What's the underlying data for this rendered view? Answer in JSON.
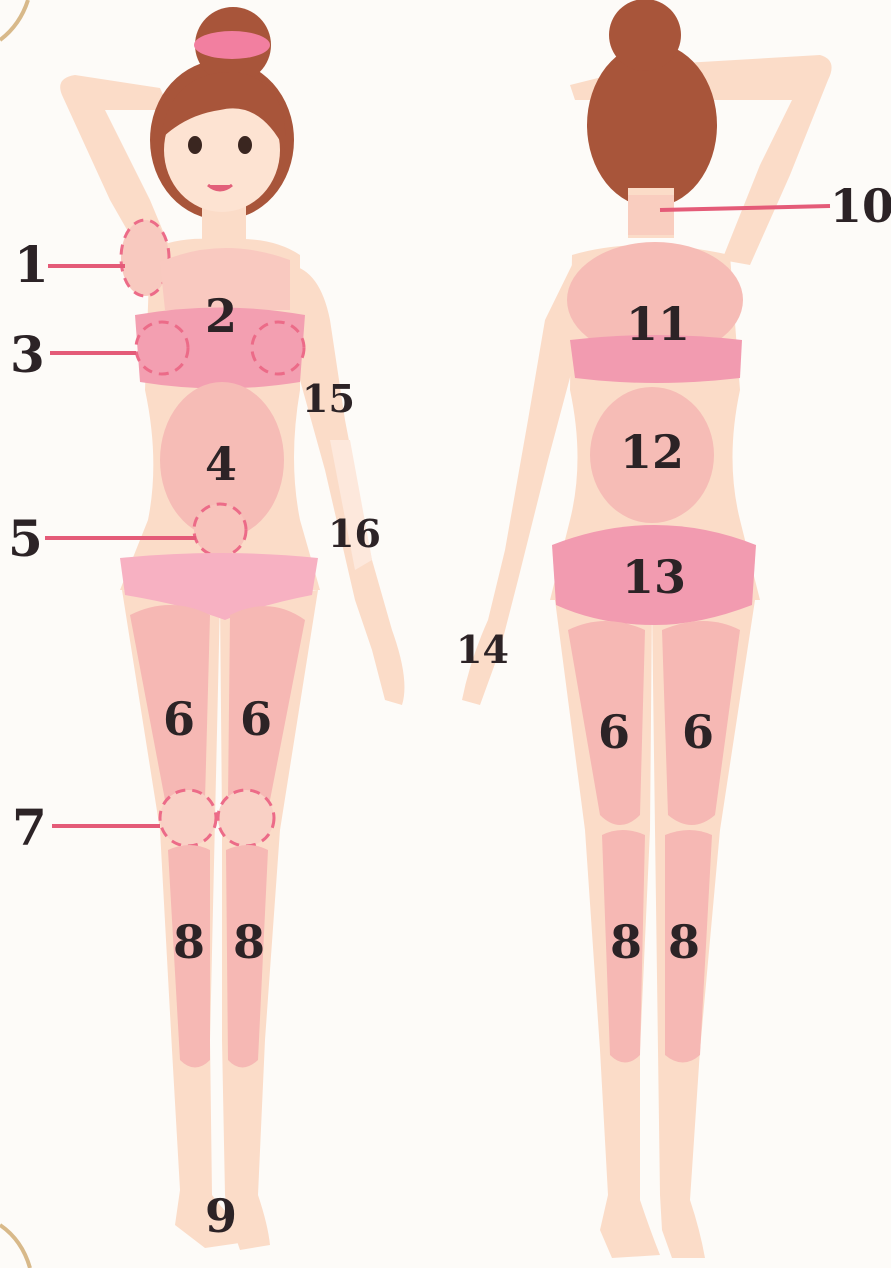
{
  "figure": {
    "labels": {
      "underarm": "1",
      "chest": "2",
      "breast": "3",
      "abdomen": "4",
      "navel": "5",
      "thigh_front_left": "6",
      "thigh_front_right": "6",
      "knee": "7",
      "lower_leg_front_left": "8",
      "lower_leg_front_right": "8",
      "feet": "9",
      "nape": "10",
      "upper_back": "11",
      "lower_back": "12",
      "buttocks": "13",
      "hand": "14",
      "upper_arm": "15",
      "forearm": "16",
      "thigh_back_left": "6",
      "thigh_back_right": "6",
      "lower_leg_back_left": "8",
      "lower_leg_back_right": "8"
    },
    "colors": {
      "skin": "#fbdcc8",
      "zone": "#f6b8b4",
      "zone_strong": "#f097a4",
      "underwear": "#f39fb1",
      "pointer": "#e45b78",
      "hair": "#a8553a",
      "text": "#2c2326"
    }
  }
}
